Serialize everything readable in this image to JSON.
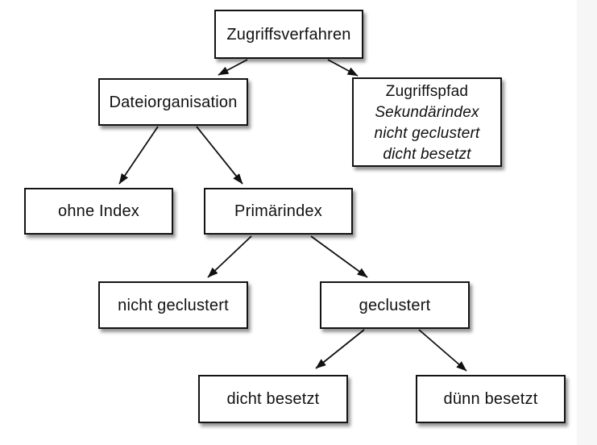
{
  "diagram": {
    "type": "tree",
    "title": "Zugriffsverfahren (access methods) classification tree",
    "nodes": {
      "root": {
        "label": "Zugriffsverfahren"
      },
      "dateiorganisation": {
        "label": "Dateiorganisation"
      },
      "zugriffspfad": {
        "lines": [
          "Zugriffspfad",
          "Sekundärindex",
          "nicht geclustert",
          "dicht besetzt"
        ],
        "line_styles": [
          "regular",
          "italic",
          "italic",
          "italic"
        ]
      },
      "ohne_index": {
        "label": "ohne Index"
      },
      "primaerindex": {
        "label": "Primärindex"
      },
      "nicht_geclustert": {
        "label": "nicht geclustert"
      },
      "geclustert": {
        "label": "geclustert"
      },
      "dicht_besetzt": {
        "label": "dicht besetzt"
      },
      "duenn_besetzt": {
        "label": "dünn besetzt"
      }
    },
    "edges": [
      {
        "from": "Zugriffsverfahren",
        "to": "Dateiorganisation"
      },
      {
        "from": "Zugriffsverfahren",
        "to": "Zugriffspfad"
      },
      {
        "from": "Dateiorganisation",
        "to": "ohne Index"
      },
      {
        "from": "Dateiorganisation",
        "to": "Primärindex"
      },
      {
        "from": "Primärindex",
        "to": "nicht geclustert"
      },
      {
        "from": "Primärindex",
        "to": "geclustert"
      },
      {
        "from": "geclustert",
        "to": "dicht besetzt"
      },
      {
        "from": "geclustert",
        "to": "dünn besetzt"
      }
    ],
    "colors": {
      "box_border": "#141414",
      "box_background": "#ffffff",
      "text": "#111111",
      "arrow": "#111111",
      "drop_shadow": "rgba(0,0,0,0.42)",
      "page_background": "#ffffff",
      "right_edge_strip": "#f6f6f7"
    }
  }
}
